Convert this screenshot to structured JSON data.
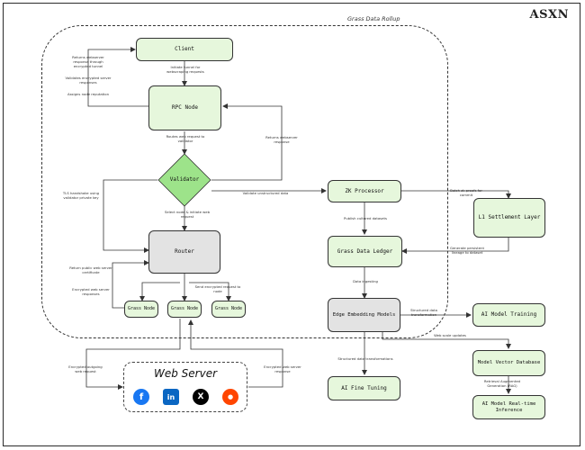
{
  "brand": "ASXN",
  "rollup_title": "Grass Data Rollup",
  "nodes": {
    "client": "Client",
    "rpc_node": "RPC Node",
    "validator": "Validator",
    "router": "Router",
    "grass_node_1": "Grass Node",
    "grass_node_2": "Grass Node",
    "grass_node_3": "Grass Node",
    "zk_processor": "ZK Processor",
    "l1_settlement": "L1 Settlement Layer",
    "grass_data_ledger": "Grass Data Ledger",
    "edge_embedding": "Edge Embedding Models",
    "ai_model_training": "AI Model Training",
    "model_vector_db": "Model Vector Database",
    "ai_fine_tuning": "AI Fine Tuning",
    "ai_inference": "AI Model Real-time Inference"
  },
  "web_server": {
    "title": "Web Server",
    "icons": [
      {
        "name": "facebook-icon",
        "glyph": "f",
        "color": "#1877f2"
      },
      {
        "name": "linkedin-icon",
        "glyph": "in",
        "color": "#0a66c2"
      },
      {
        "name": "x-icon",
        "glyph": "X",
        "color": "#000000"
      },
      {
        "name": "reddit-icon",
        "glyph": "●",
        "color": "#ff4500"
      }
    ]
  },
  "edge_labels": {
    "returns_webserver_tunnel": "Returns webserver response through encrypted tunnel",
    "validates_encrypted": "Validates encrypted server responses",
    "assigns_reputation": "Assigns node reputation",
    "initiate_tunnel": "Initiate tunnel for webscraping requests",
    "routes_web_request": "Routes web request to validator",
    "returns_webserver": "Returns webserver response",
    "tls_handshake": "TLS handshake using validator private key",
    "validate_unstructured": "Validate unstructured data",
    "select_node": "Select node & initiate web request",
    "batch_zk": "Batch zk proofs for commit",
    "publish_cultured": "Publish cultured datasets",
    "generate_lineage": "Generate persistent lineage to dataset",
    "return_public_web": "Return public web server certificate",
    "encrypted_web_server": "Encrypted web server responses",
    "send_encrypted": "Send encrypted request to node",
    "data_ingesting": "Data ingesting",
    "structured_data_transformation": "Structured data transformation",
    "web-scale_updates": "Web scale updates",
    "structured_data_transformations": "Structured data transformations",
    "retrieval_augmented": "Retrieval Augmented Generation (RAG)",
    "encrypted_outgoing": "Encrypted outgoing web request",
    "encrypted_web_server_response": "Encrypted web server response"
  }
}
